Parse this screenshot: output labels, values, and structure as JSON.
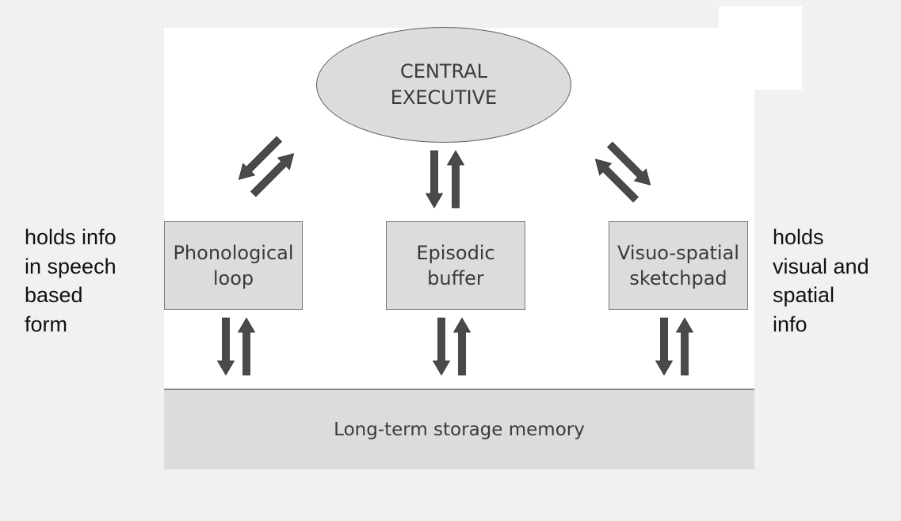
{
  "diagram": {
    "central_executive": "CENTRAL\nEXECUTIVE",
    "components": [
      {
        "id": "phonological-loop",
        "label": "Phonological\nloop"
      },
      {
        "id": "episodic-buffer",
        "label": "Episodic\nbuffer"
      },
      {
        "id": "visuo-spatial-sketchpad",
        "label": "Visuo-spatial\nsketchpad"
      }
    ],
    "long_term_storage": "Long-term storage memory"
  },
  "annotations": {
    "left": "holds info\nin speech\nbased\nform",
    "right": "holds\nvisual and\nspatial\ninfo"
  },
  "colors": {
    "page_background": "#f1f1f1",
    "panel_background": "#ffffff",
    "shape_fill": "#dcdcdc",
    "arrow_fill": "#4a4a4a"
  }
}
